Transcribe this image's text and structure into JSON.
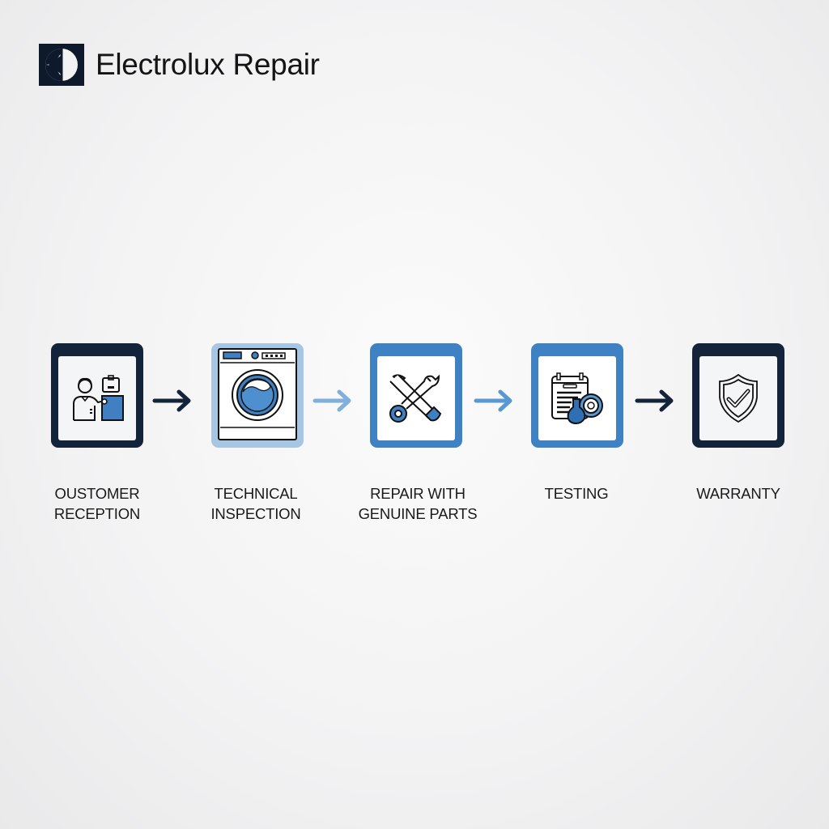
{
  "header": {
    "logo_icon": "electrolux-logo-icon",
    "brand_name": "Electrolux",
    "brand_suffix": "Repair"
  },
  "colors": {
    "navy": "#13233a",
    "blue": "#3f82c3",
    "light_blue": "#a7c6e3",
    "background": "#f3f3f4"
  },
  "steps": [
    {
      "label_line1": "OUSTOMER",
      "label_line2": "RECEPTION",
      "icon": "customer-service-icon",
      "style": "navy"
    },
    {
      "label_line1": "TECHNICAL",
      "label_line2": "INSPECTION",
      "icon": "washing-machine-icon",
      "style": "light-blue"
    },
    {
      "label_line1": "REPAIR WITH",
      "label_line2": "GENUINE PARTS",
      "icon": "wrench-screwdriver-icon",
      "style": "blue"
    },
    {
      "label_line1": "TESTING",
      "label_line2": "",
      "icon": "test-checklist-icon",
      "style": "blue"
    },
    {
      "label_line1": "WARRANTY",
      "label_line2": "",
      "icon": "shield-check-icon",
      "style": "navy"
    }
  ],
  "arrows": [
    {
      "icon": "arrow-right-icon",
      "color": "#13233a"
    },
    {
      "icon": "arrow-right-icon",
      "color": "#7fb0dc"
    },
    {
      "icon": "arrow-right-icon",
      "color": "#5a98d2"
    },
    {
      "icon": "arrow-right-icon",
      "color": "#13233a"
    }
  ]
}
